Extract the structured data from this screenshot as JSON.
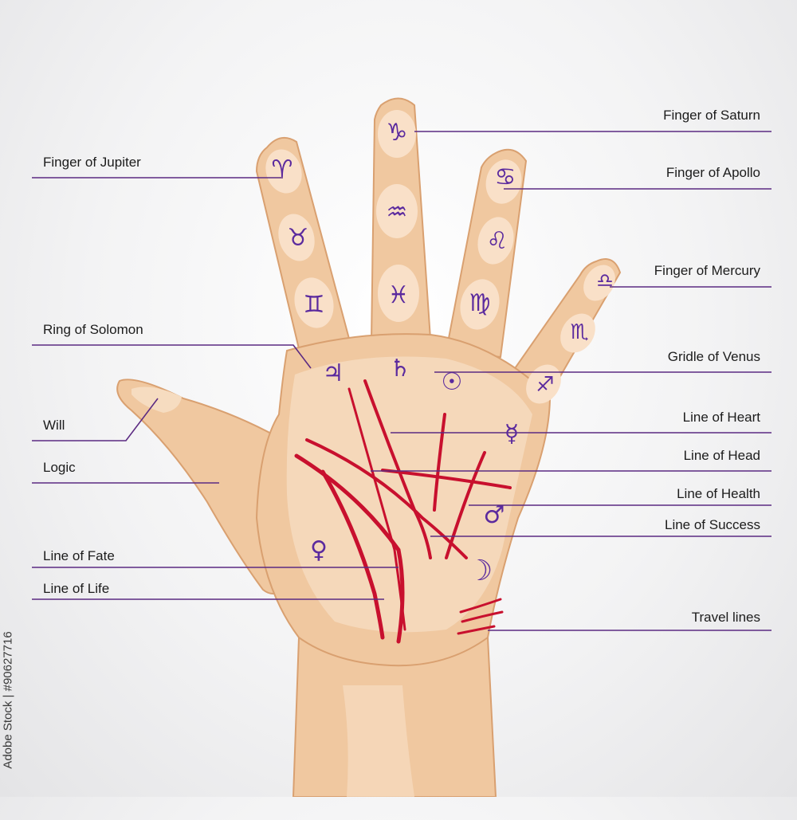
{
  "labels": {
    "finger_saturn": "Finger of Saturn",
    "finger_apollo": "Finger of Apollo",
    "finger_jupiter": "Finger of Jupiter",
    "finger_mercury": "Finger of Mercury",
    "ring_solomon": "Ring of Solomon",
    "gridle_venus": "Gridle of Venus",
    "will": "Will",
    "line_heart": "Line of Heart",
    "logic": "Logic",
    "line_head": "Line of Head",
    "line_health": "Line of Health",
    "line_success": "Line of Success",
    "line_fate": "Line of Fate",
    "line_life": "Line of Life",
    "travel_lines": "Travel lines"
  },
  "glyphs": {
    "index_tip": "♈",
    "index_mid": "♉",
    "index_base": "♊",
    "middle_tip": "♑",
    "middle_mid": "♒",
    "middle_base": "♓",
    "ring_tip": "♋",
    "ring_mid": "♌",
    "ring_base": "♍",
    "pinky_tip": "♎",
    "pinky_mid": "♏",
    "pinky_base": "♐",
    "jupiter": "♃",
    "saturn": "♄",
    "sun": "☉",
    "mercury": "☿",
    "mars": "♂",
    "venus": "♀",
    "moon": "☽"
  },
  "watermark": "Adobe Stock | #90627716",
  "colors": {
    "skin": "#f0c8a0",
    "skin_outline": "#d9a070",
    "palm_lines": "#c8102e",
    "leader_lines": "#5b2a82",
    "symbols": "#5b2a9e"
  }
}
